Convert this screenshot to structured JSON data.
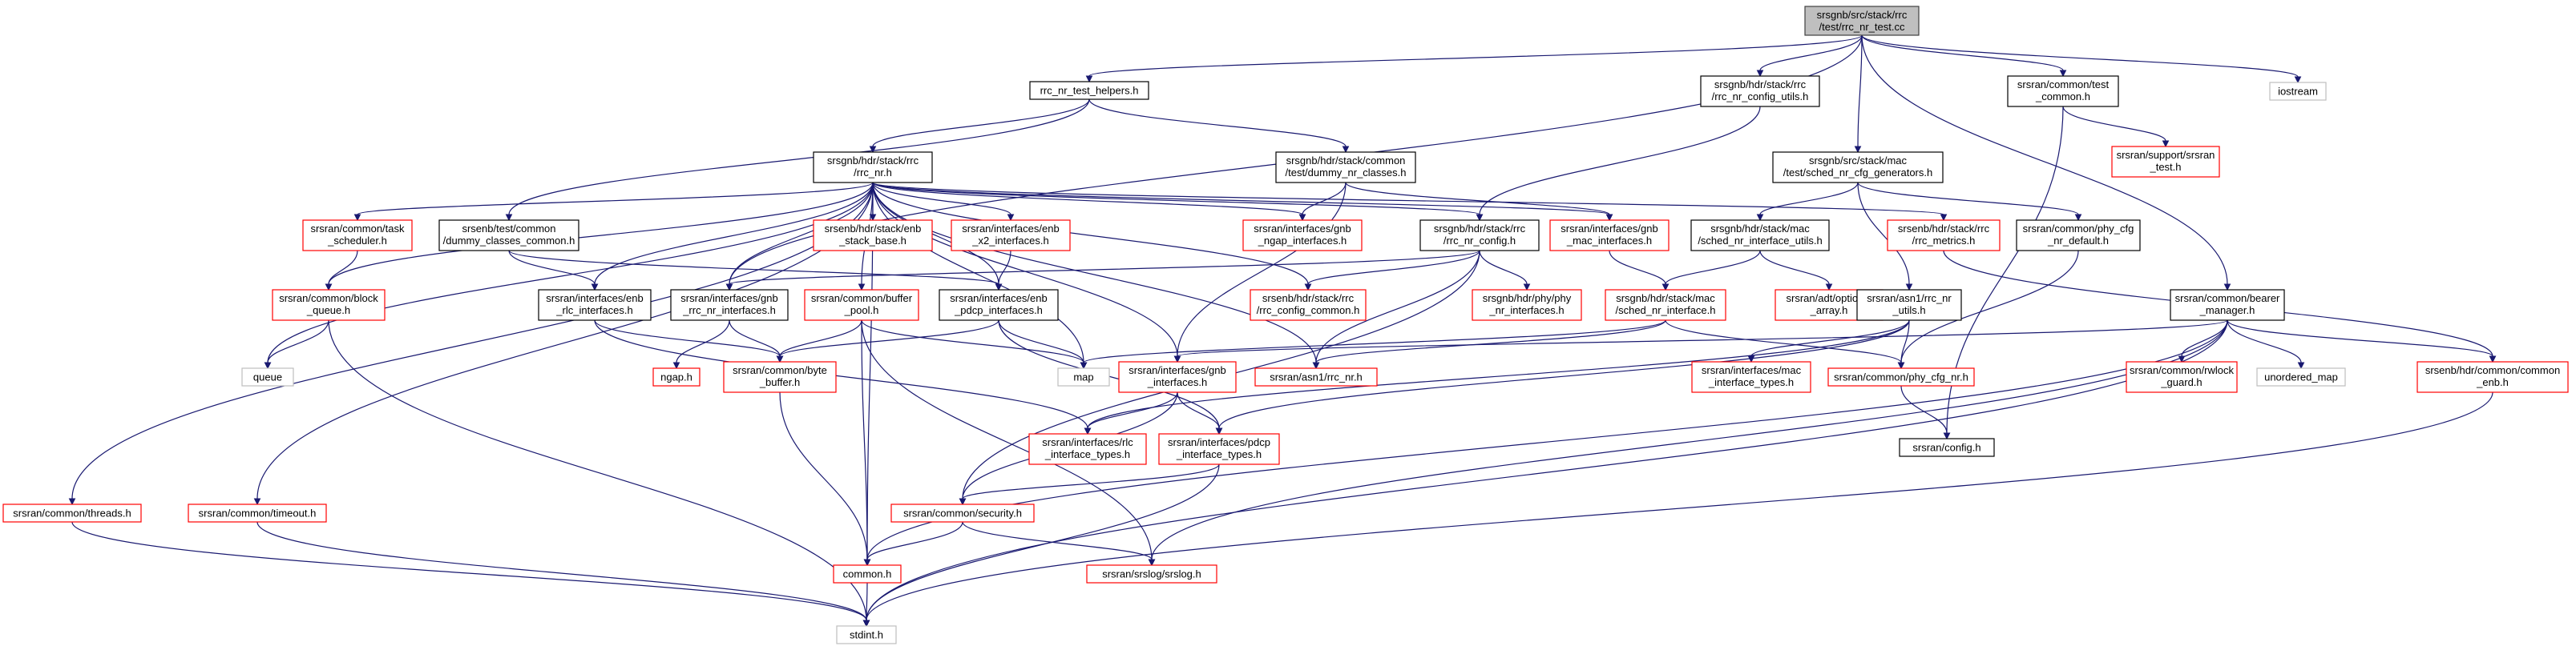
{
  "diagram": {
    "type": "include-dependency-graph",
    "colors": {
      "root_fill": "#bfbfbf",
      "root_border": "#404040",
      "documented_border": "#000000",
      "undocumented_border": "#ff0000",
      "system_border": "#bfbfbf",
      "edge": "#191970"
    },
    "nodes": [
      {
        "id": "root",
        "lines": [
          "srsgnb/src/stack/rrc",
          "/test/rrc_nr_test.cc"
        ],
        "kind": "root"
      },
      {
        "id": "rrc_nr_test_helpers",
        "lines": [
          "rrc_nr_test_helpers.h"
        ],
        "kind": "documented"
      },
      {
        "id": "rrc_nr_config_utils",
        "lines": [
          "srsgnb/hdr/stack/rrc",
          "/rrc_nr_config_utils.h"
        ],
        "kind": "documented"
      },
      {
        "id": "test_common",
        "lines": [
          "srsran/common/test",
          "_common.h"
        ],
        "kind": "documented"
      },
      {
        "id": "iostream",
        "lines": [
          "iostream"
        ],
        "kind": "system"
      },
      {
        "id": "rrc_nr",
        "lines": [
          "srsgnb/hdr/stack/rrc",
          "/rrc_nr.h"
        ],
        "kind": "documented"
      },
      {
        "id": "dummy_nr_classes",
        "lines": [
          "srsgnb/hdr/stack/common",
          "/test/dummy_nr_classes.h"
        ],
        "kind": "documented"
      },
      {
        "id": "sched_nr_cfg_generators",
        "lines": [
          "srsgnb/src/stack/mac",
          "/test/sched_nr_cfg_generators.h"
        ],
        "kind": "documented"
      },
      {
        "id": "srsran_test",
        "lines": [
          "srsran/support/srsran",
          "_test.h"
        ],
        "kind": "undocumented"
      },
      {
        "id": "task_scheduler",
        "lines": [
          "srsran/common/task",
          "_scheduler.h"
        ],
        "kind": "undocumented"
      },
      {
        "id": "dummy_classes_common",
        "lines": [
          "srsenb/test/common",
          "/dummy_classes_common.h"
        ],
        "kind": "documented"
      },
      {
        "id": "enb_stack_base",
        "lines": [
          "srsenb/hdr/stack/enb",
          "_stack_base.h"
        ],
        "kind": "undocumented"
      },
      {
        "id": "enb_x2_interfaces",
        "lines": [
          "srsran/interfaces/enb",
          "_x2_interfaces.h"
        ],
        "kind": "undocumented"
      },
      {
        "id": "gnb_ngap_interfaces",
        "lines": [
          "srsran/interfaces/gnb",
          "_ngap_interfaces.h"
        ],
        "kind": "undocumented"
      },
      {
        "id": "rrc_nr_config",
        "lines": [
          "srsgnb/hdr/stack/rrc",
          "/rrc_nr_config.h"
        ],
        "kind": "documented"
      },
      {
        "id": "gnb_mac_interfaces",
        "lines": [
          "srsran/interfaces/gnb",
          "_mac_interfaces.h"
        ],
        "kind": "undocumented"
      },
      {
        "id": "rrc_metrics",
        "lines": [
          "srsenb/hdr/stack/rrc",
          "/rrc_metrics.h"
        ],
        "kind": "undocumented"
      },
      {
        "id": "sched_nr_interface_utils",
        "lines": [
          "srsgnb/hdr/stack/mac",
          "/sched_nr_interface_utils.h"
        ],
        "kind": "documented"
      },
      {
        "id": "phy_cfg_nr_default",
        "lines": [
          "srsran/common/phy_cfg",
          "_nr_default.h"
        ],
        "kind": "documented"
      },
      {
        "id": "block_queue",
        "lines": [
          "srsran/common/block",
          "_queue.h"
        ],
        "kind": "undocumented"
      },
      {
        "id": "enb_rlc_interfaces",
        "lines": [
          "srsran/interfaces/enb",
          "_rlc_interfaces.h"
        ],
        "kind": "documented"
      },
      {
        "id": "gnb_rrc_nr_interfaces",
        "lines": [
          "srsran/interfaces/gnb",
          "_rrc_nr_interfaces.h"
        ],
        "kind": "documented"
      },
      {
        "id": "buffer_pool",
        "lines": [
          "srsran/common/buffer",
          "_pool.h"
        ],
        "kind": "undocumented"
      },
      {
        "id": "enb_pdcp_interfaces",
        "lines": [
          "srsran/interfaces/enb",
          "_pdcp_interfaces.h"
        ],
        "kind": "documented"
      },
      {
        "id": "rrc_config_common",
        "lines": [
          "srsenb/hdr/stack/rrc",
          "/rrc_config_common.h"
        ],
        "kind": "undocumented"
      },
      {
        "id": "nr_interfaces",
        "lines": [
          "srsgnb/hdr/phy/phy",
          "_nr_interfaces.h"
        ],
        "kind": "undocumented"
      },
      {
        "id": "sched_nr_interface",
        "lines": [
          "srsgnb/hdr/stack/mac",
          "/sched_nr_interface.h"
        ],
        "kind": "undocumented"
      },
      {
        "id": "optional_array",
        "lines": [
          "srsran/adt/optional",
          "_array.h"
        ],
        "kind": "undocumented"
      },
      {
        "id": "rrc_nr_utils",
        "lines": [
          "srsran/asn1/rrc_nr",
          "_utils.h"
        ],
        "kind": "documented"
      },
      {
        "id": "bearer_manager",
        "lines": [
          "srsran/common/bearer",
          "_manager.h"
        ],
        "kind": "documented"
      },
      {
        "id": "queue",
        "lines": [
          "queue"
        ],
        "kind": "system"
      },
      {
        "id": "ngap",
        "lines": [
          "ngap.h"
        ],
        "kind": "undocumented"
      },
      {
        "id": "byte_buffer",
        "lines": [
          "srsran/common/byte",
          "_buffer.h"
        ],
        "kind": "undocumented"
      },
      {
        "id": "map",
        "lines": [
          "map"
        ],
        "kind": "system"
      },
      {
        "id": "gnb_interfaces",
        "lines": [
          "srsran/interfaces/gnb",
          "_interfaces.h"
        ],
        "kind": "undocumented"
      },
      {
        "id": "asn1_rrc_nr",
        "lines": [
          "srsran/asn1/rrc_nr.h"
        ],
        "kind": "undocumented"
      },
      {
        "id": "mac_interface_types",
        "lines": [
          "srsran/interfaces/mac",
          "_interface_types.h"
        ],
        "kind": "undocumented"
      },
      {
        "id": "phy_cfg_nr",
        "lines": [
          "srsran/common/phy_cfg_nr.h"
        ],
        "kind": "undocumented"
      },
      {
        "id": "rwlock_guard",
        "lines": [
          "srsran/common/rwlock",
          "_guard.h"
        ],
        "kind": "undocumented"
      },
      {
        "id": "unordered_map",
        "lines": [
          "unordered_map"
        ],
        "kind": "system"
      },
      {
        "id": "common_enb",
        "lines": [
          "srsenb/hdr/common/common",
          "_enb.h"
        ],
        "kind": "undocumented"
      },
      {
        "id": "rlc_interface_types",
        "lines": [
          "srsran/interfaces/rlc",
          "_interface_types.h"
        ],
        "kind": "undocumented"
      },
      {
        "id": "pdcp_interface_types",
        "lines": [
          "srsran/interfaces/pdcp",
          "_interface_types.h"
        ],
        "kind": "undocumented"
      },
      {
        "id": "config",
        "lines": [
          "srsran/config.h"
        ],
        "kind": "documented"
      },
      {
        "id": "threads",
        "lines": [
          "srsran/common/threads.h"
        ],
        "kind": "undocumented"
      },
      {
        "id": "timeout",
        "lines": [
          "srsran/common/timeout.h"
        ],
        "kind": "undocumented"
      },
      {
        "id": "security",
        "lines": [
          "srsran/common/security.h"
        ],
        "kind": "undocumented"
      },
      {
        "id": "common",
        "lines": [
          "common.h"
        ],
        "kind": "undocumented"
      },
      {
        "id": "srslog",
        "lines": [
          "srsran/srslog/srslog.h"
        ],
        "kind": "undocumented"
      },
      {
        "id": "stdint",
        "lines": [
          "stdint.h"
        ],
        "kind": "system"
      }
    ],
    "edges": [
      [
        "root",
        "rrc_nr_test_helpers"
      ],
      [
        "root",
        "rrc_nr_config_utils"
      ],
      [
        "root",
        "test_common"
      ],
      [
        "root",
        "iostream"
      ],
      [
        "root",
        "sched_nr_cfg_generators"
      ],
      [
        "root",
        "gnb_rrc_nr_interfaces"
      ],
      [
        "root",
        "bearer_manager"
      ],
      [
        "rrc_nr_test_helpers",
        "rrc_nr"
      ],
      [
        "rrc_nr_test_helpers",
        "dummy_nr_classes"
      ],
      [
        "rrc_nr_test_helpers",
        "dummy_classes_common"
      ],
      [
        "rrc_nr_config_utils",
        "rrc_nr_config"
      ],
      [
        "test_common",
        "srsran_test"
      ],
      [
        "test_common",
        "config"
      ],
      [
        "rrc_nr",
        "task_scheduler"
      ],
      [
        "rrc_nr",
        "enb_stack_base"
      ],
      [
        "rrc_nr",
        "enb_x2_interfaces"
      ],
      [
        "rrc_nr",
        "gnb_ngap_interfaces"
      ],
      [
        "rrc_nr",
        "rrc_nr_config"
      ],
      [
        "rrc_nr",
        "gnb_mac_interfaces"
      ],
      [
        "rrc_nr",
        "rrc_metrics"
      ],
      [
        "rrc_nr",
        "block_queue"
      ],
      [
        "rrc_nr",
        "enb_rlc_interfaces"
      ],
      [
        "rrc_nr",
        "gnb_rrc_nr_interfaces"
      ],
      [
        "rrc_nr",
        "buffer_pool"
      ],
      [
        "rrc_nr",
        "enb_pdcp_interfaces"
      ],
      [
        "rrc_nr",
        "rrc_config_common"
      ],
      [
        "rrc_nr",
        "queue"
      ],
      [
        "rrc_nr",
        "map"
      ],
      [
        "rrc_nr",
        "gnb_interfaces"
      ],
      [
        "rrc_nr",
        "asn1_rrc_nr"
      ],
      [
        "rrc_nr",
        "threads"
      ],
      [
        "rrc_nr",
        "timeout"
      ],
      [
        "rrc_nr",
        "common"
      ],
      [
        "dummy_nr_classes",
        "gnb_mac_interfaces"
      ],
      [
        "dummy_nr_classes",
        "gnb_ngap_interfaces"
      ],
      [
        "dummy_nr_classes",
        "gnb_interfaces"
      ],
      [
        "sched_nr_cfg_generators",
        "sched_nr_interface_utils"
      ],
      [
        "sched_nr_cfg_generators",
        "phy_cfg_nr_default"
      ],
      [
        "sched_nr_cfg_generators",
        "rrc_nr_utils"
      ],
      [
        "task_scheduler",
        "block_queue"
      ],
      [
        "dummy_classes_common",
        "enb_rlc_interfaces"
      ],
      [
        "dummy_classes_common",
        "enb_pdcp_interfaces"
      ],
      [
        "enb_x2_interfaces",
        "enb_pdcp_interfaces"
      ],
      [
        "rrc_nr_config",
        "gnb_rrc_nr_interfaces"
      ],
      [
        "rrc_nr_config",
        "rrc_config_common"
      ],
      [
        "rrc_nr_config",
        "nr_interfaces"
      ],
      [
        "rrc_nr_config",
        "asn1_rrc_nr"
      ],
      [
        "rrc_nr_config",
        "security"
      ],
      [
        "gnb_mac_interfaces",
        "sched_nr_interface"
      ],
      [
        "rrc_metrics",
        "common_enb"
      ],
      [
        "sched_nr_interface_utils",
        "sched_nr_interface"
      ],
      [
        "sched_nr_interface_utils",
        "optional_array"
      ],
      [
        "phy_cfg_nr_default",
        "phy_cfg_nr"
      ],
      [
        "block_queue",
        "queue"
      ],
      [
        "block_queue",
        "stdint"
      ],
      [
        "enb_rlc_interfaces",
        "byte_buffer"
      ],
      [
        "enb_rlc_interfaces",
        "rlc_interface_types"
      ],
      [
        "gnb_rrc_nr_interfaces",
        "ngap"
      ],
      [
        "gnb_rrc_nr_interfaces",
        "byte_buffer"
      ],
      [
        "buffer_pool",
        "byte_buffer"
      ],
      [
        "buffer_pool",
        "map"
      ],
      [
        "buffer_pool",
        "common"
      ],
      [
        "buffer_pool",
        "srslog"
      ],
      [
        "enb_pdcp_interfaces",
        "byte_buffer"
      ],
      [
        "enb_pdcp_interfaces",
        "map"
      ],
      [
        "enb_pdcp_interfaces",
        "pdcp_interface_types"
      ],
      [
        "sched_nr_interface",
        "map"
      ],
      [
        "sched_nr_interface",
        "asn1_rrc_nr"
      ],
      [
        "sched_nr_interface",
        "phy_cfg_nr"
      ],
      [
        "rrc_nr_utils",
        "mac_interface_types"
      ],
      [
        "rrc_nr_utils",
        "phy_cfg_nr"
      ],
      [
        "rrc_nr_utils",
        "rlc_interface_types"
      ],
      [
        "rrc_nr_utils",
        "pdcp_interface_types"
      ],
      [
        "bearer_manager",
        "gnb_interfaces"
      ],
      [
        "bearer_manager",
        "rwlock_guard"
      ],
      [
        "bearer_manager",
        "unordered_map"
      ],
      [
        "bearer_manager",
        "common_enb"
      ],
      [
        "bearer_manager",
        "common"
      ],
      [
        "bearer_manager",
        "srslog"
      ],
      [
        "bearer_manager",
        "stdint"
      ],
      [
        "byte_buffer",
        "common"
      ],
      [
        "gnb_interfaces",
        "rlc_interface_types"
      ],
      [
        "gnb_interfaces",
        "pdcp_interface_types"
      ],
      [
        "gnb_interfaces",
        "security"
      ],
      [
        "phy_cfg_nr",
        "config"
      ],
      [
        "common_enb",
        "stdint"
      ],
      [
        "pdcp_interface_types",
        "security"
      ],
      [
        "pdcp_interface_types",
        "stdint"
      ],
      [
        "threads",
        "stdint"
      ],
      [
        "timeout",
        "stdint"
      ],
      [
        "security",
        "common"
      ],
      [
        "security",
        "srslog"
      ],
      [
        "common",
        "stdint"
      ]
    ]
  }
}
